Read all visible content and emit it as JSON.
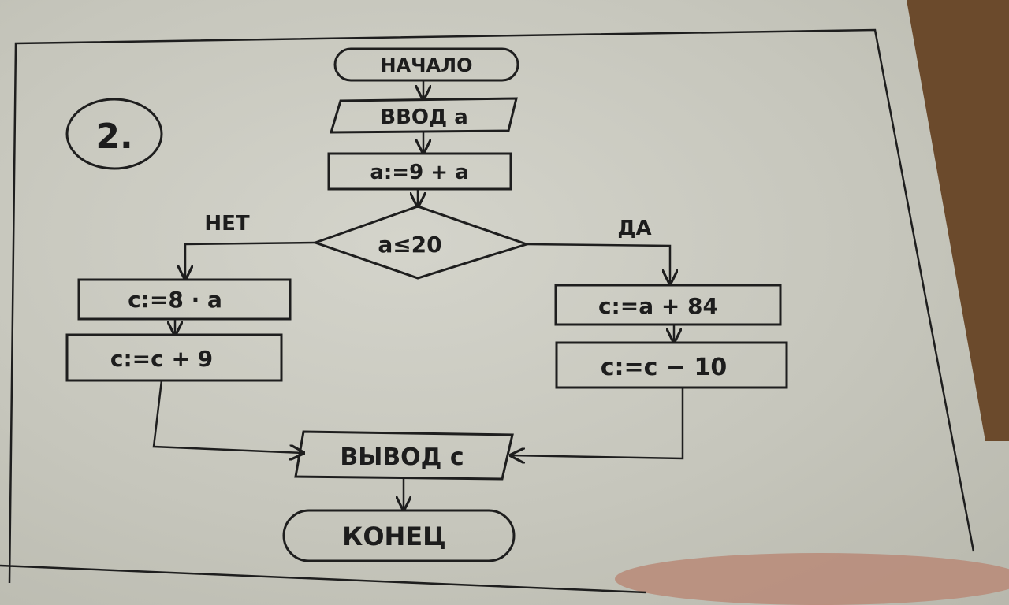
{
  "task_number": "2.",
  "flowchart": {
    "start": "НАЧАЛО",
    "input": "ВВОД а",
    "assign": "а:=9 + а",
    "condition": "а≤20",
    "no_label": "НЕТ",
    "yes_label": "ДА",
    "no_branch": [
      "с:=8 · а",
      "с:=с + 9"
    ],
    "yes_branch": [
      "с:=а + 84",
      "с:=с − 10"
    ],
    "output": "ВЫВОД с",
    "end": "КОНЕЦ"
  },
  "colors": {
    "paper": "#c9c9bf",
    "ink": "#1e1e1e",
    "wood": "#5a3a22"
  }
}
